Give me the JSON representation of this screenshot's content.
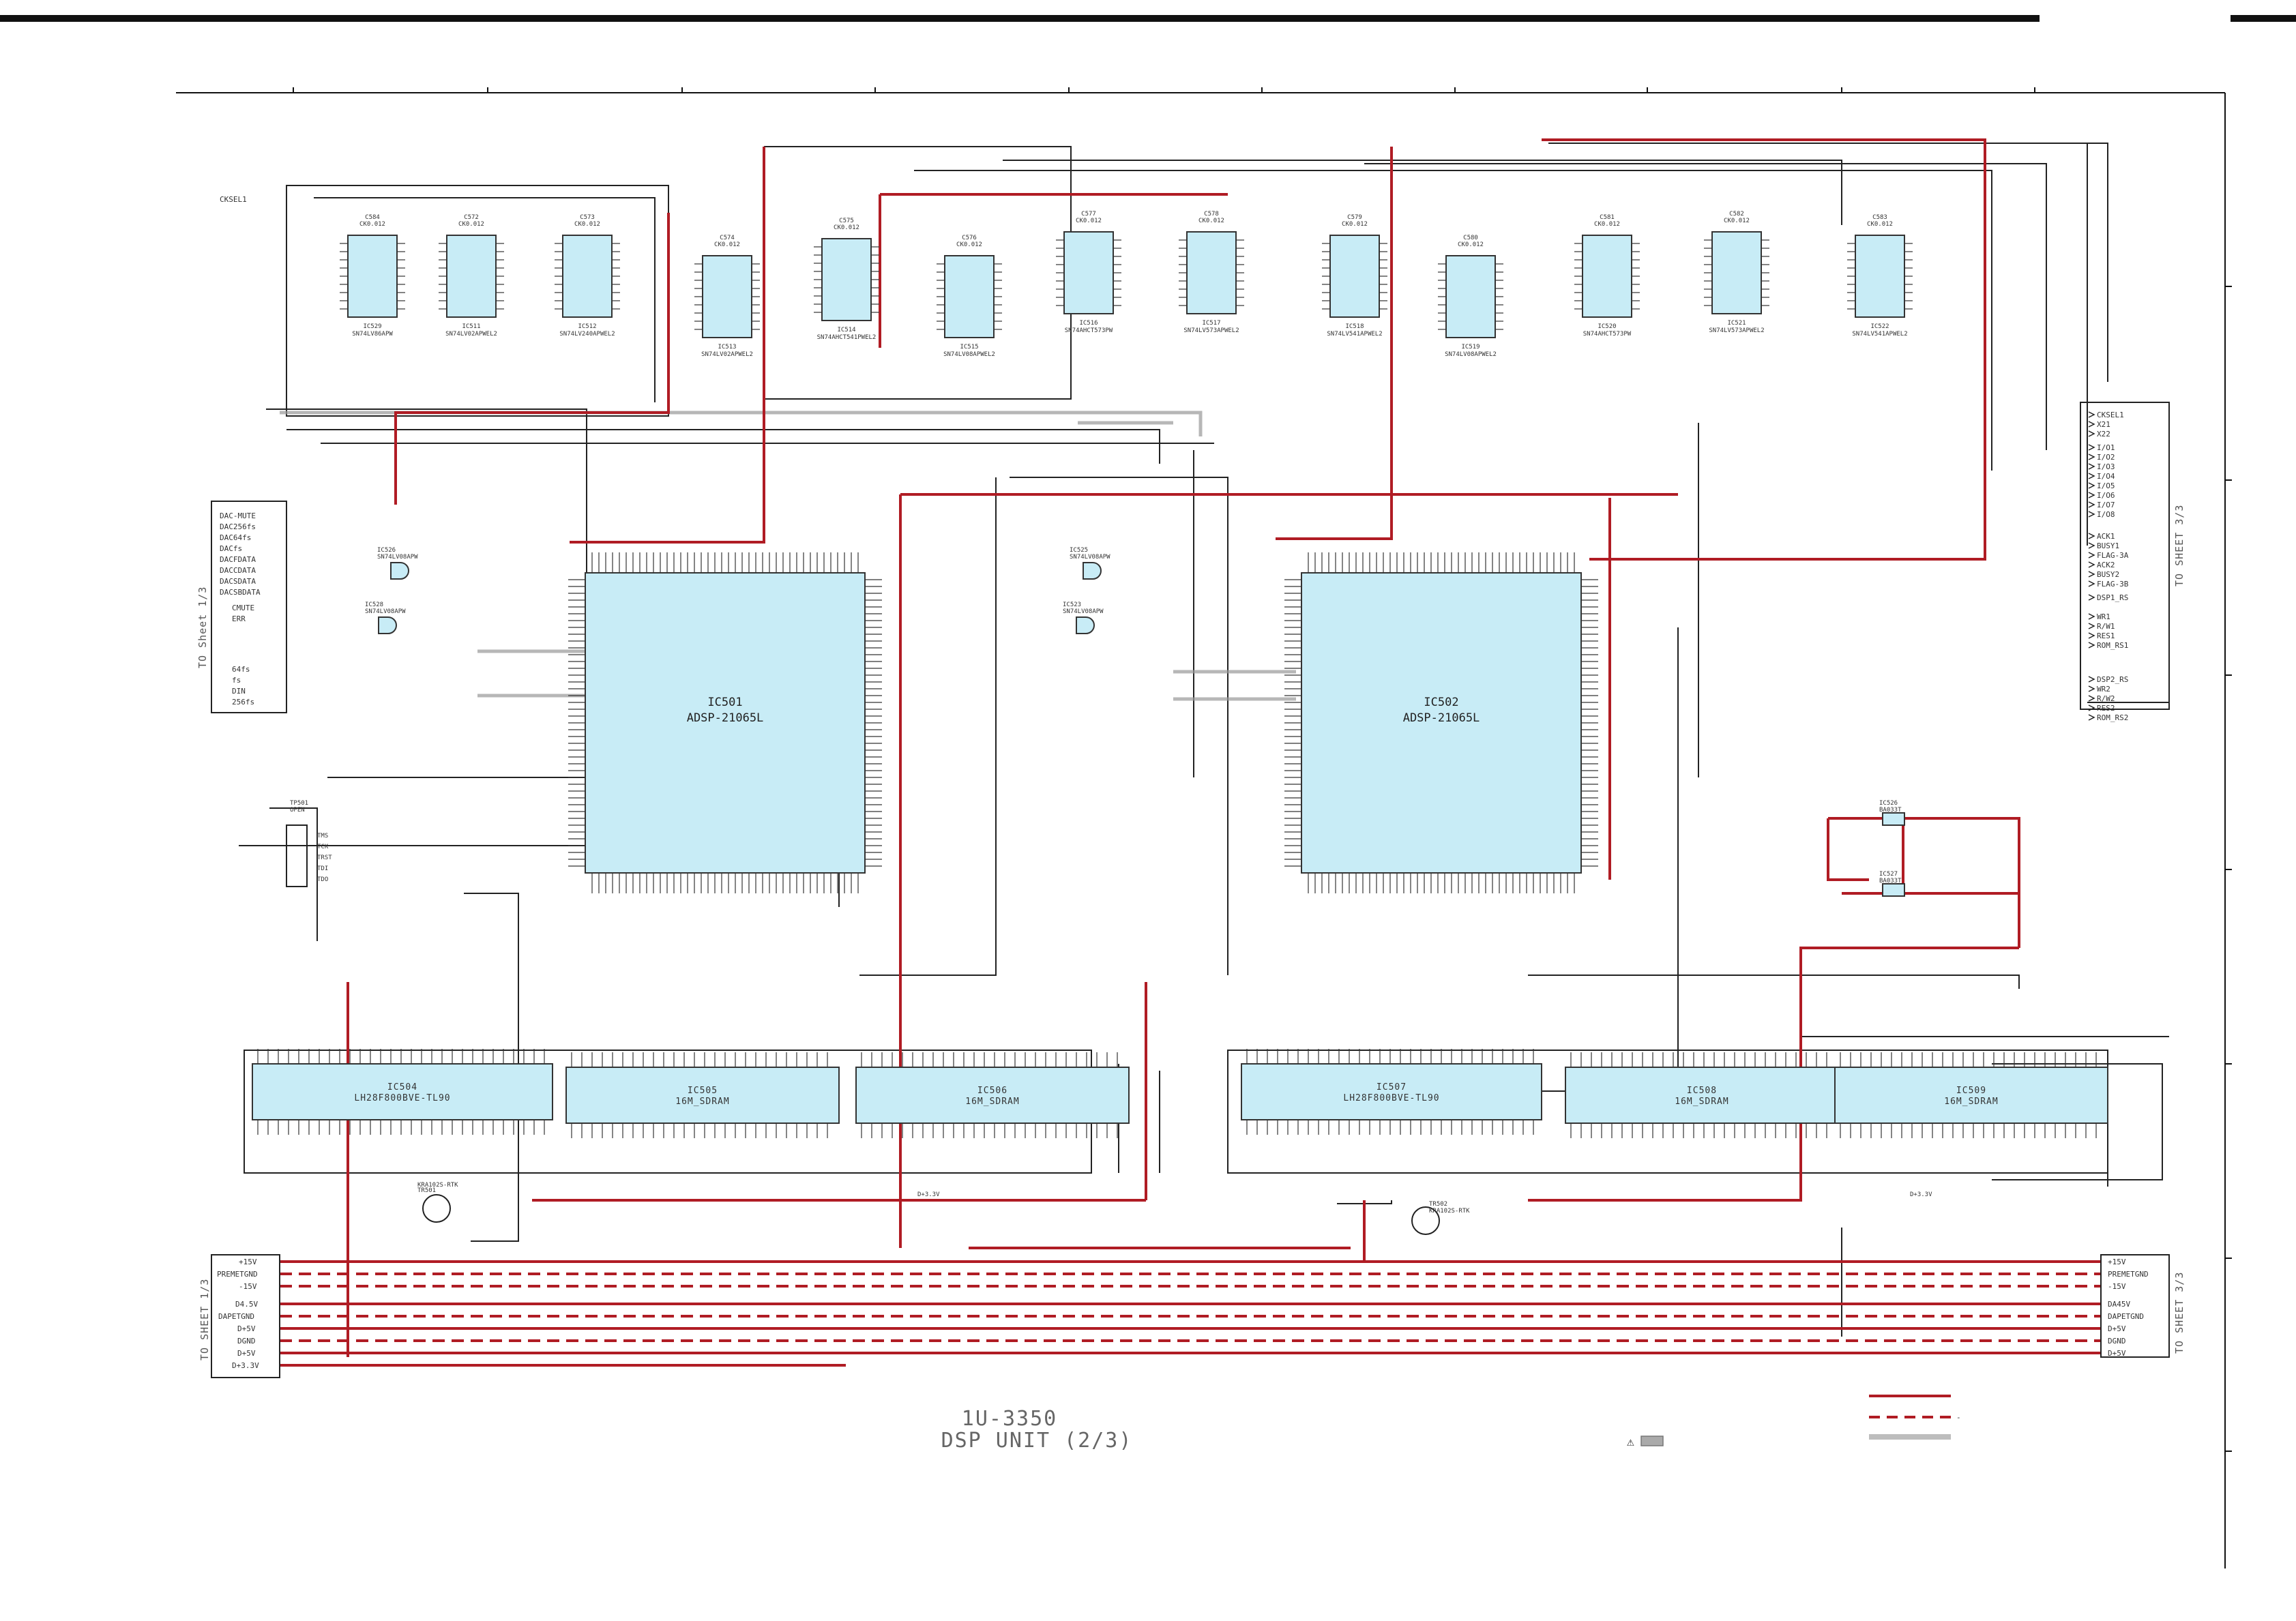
{
  "title": {
    "model": "1U-3350",
    "unit": "DSP UNIT (2/3)"
  },
  "side_labels": {
    "left_top": "TO Sheet 1/3",
    "left_bottom": "TO SHEET 1/3",
    "right_top": "TO SHEET 3/3",
    "right_bottom": "TO SHEET 3/3"
  },
  "top_inputs": [
    "CKSEL1"
  ],
  "left_ports": [
    "DAC-MUTE",
    "DAC256fs",
    "DAC64fs",
    "DACfs",
    "DACFDATA",
    "DACCDATA",
    "DACSDATA",
    "DACSBDATA",
    "CMUTE",
    "ERR",
    "64fs",
    "fs",
    "DIN",
    "256fs"
  ],
  "right_ports": [
    "CKSEL1",
    "X21",
    "X22",
    "I/O1",
    "I/O2",
    "I/O3",
    "I/O4",
    "I/O5",
    "I/O6",
    "I/O7",
    "I/O8",
    "ACK1",
    "BUSY1",
    "FLAG-3A",
    "ACK2",
    "BUSY2",
    "FLAG-3B",
    "DSP1_RS",
    "WR1",
    "R/W1",
    "RES1",
    "ROM_RS1",
    "DSP2_RS",
    "WR2",
    "R/W2",
    "RES2",
    "ROM_RS2"
  ],
  "dsp_chips": [
    {
      "ref": "IC501",
      "part": "ADSP-21065L"
    },
    {
      "ref": "IC502",
      "part": "ADSP-21065L"
    }
  ],
  "logic_chips": [
    {
      "ref": "IC529",
      "part": "SN74LV86APW",
      "cap": "C584",
      "cap_val": "CK0.012"
    },
    {
      "ref": "IC511",
      "part": "SN74LV02APWEL2",
      "cap": "C572",
      "cap_val": "CK0.012"
    },
    {
      "ref": "IC512",
      "part": "SN74LV240APWEL2",
      "cap": "C573",
      "cap_val": "CK0.012"
    },
    {
      "ref": "IC513",
      "part": "SN74LV02APWEL2",
      "cap": "C574",
      "cap_val": "CK0.012"
    },
    {
      "ref": "IC514",
      "part": "SN74AHCT541PWEL2",
      "cap": "C575",
      "cap_val": "CK0.012"
    },
    {
      "ref": "IC515",
      "part": "SN74LV08APWEL2",
      "cap": "C576",
      "cap_val": "CK0.012"
    },
    {
      "ref": "IC516",
      "part": "SN74AHCT573PW",
      "cap": "C577",
      "cap_val": "CK0.012"
    },
    {
      "ref": "IC517",
      "part": "SN74LV573APWEL2",
      "cap": "C578",
      "cap_val": "CK0.012"
    },
    {
      "ref": "IC518",
      "part": "SN74LV541APWEL2",
      "cap": "C579",
      "cap_val": "CK0.012"
    },
    {
      "ref": "IC519",
      "part": "SN74LV08APWEL2",
      "cap": "C580",
      "cap_val": "CK0.012"
    },
    {
      "ref": "IC520",
      "part": "SN74AHCT573PW",
      "cap": "C581",
      "cap_val": "CK0.012"
    },
    {
      "ref": "IC521",
      "part": "SN74LV573APWEL2",
      "cap": "C582",
      "cap_val": "CK0.012"
    },
    {
      "ref": "IC522",
      "part": "SN74LV541APWEL2",
      "cap": "C583",
      "cap_val": "CK0.012"
    }
  ],
  "gate_chips": [
    {
      "ref": "IC526",
      "part": "SN74LV08APW"
    },
    {
      "ref": "IC528",
      "part": "SN74LV08APW"
    },
    {
      "ref": "IC525",
      "part": "SN74LV08APW"
    },
    {
      "ref": "IC523",
      "part": "SN74LV08APW"
    }
  ],
  "memory_chips": [
    {
      "ref": "IC504",
      "part": "LH28F800BVE-TL90"
    },
    {
      "ref": "IC505",
      "part": "16M_SDRAM"
    },
    {
      "ref": "IC506",
      "part": "16M_SDRAM"
    },
    {
      "ref": "IC507",
      "part": "LH28F800BVE-TL90"
    },
    {
      "ref": "IC508",
      "part": "16M_SDRAM"
    },
    {
      "ref": "IC509",
      "part": "16M_SDRAM"
    }
  ],
  "regulators": [
    {
      "ref": "IC526",
      "part": "BA033T"
    },
    {
      "ref": "IC527",
      "part": "BA033T"
    }
  ],
  "transistors": [
    {
      "ref": "TR501",
      "part": "KRA102S-RTK"
    },
    {
      "ref": "TR502",
      "part": "KRA102S-RTK"
    }
  ],
  "jtag": {
    "ref": "TP501",
    "note": "OPEN",
    "pins": [
      "TMS",
      "TCK",
      "TRST",
      "TDI",
      "TDO"
    ]
  },
  "power_left": [
    "+15V",
    "PREMETGND",
    "-15V",
    "D4.5V",
    "DAPETGND",
    "D+5V",
    "DGND",
    "D+5V",
    "D+3.3V"
  ],
  "power_right": [
    "+15V",
    "PREMETGND",
    "-15V",
    "DA45V",
    "DAPETGND",
    "D+5V",
    "DGND",
    "D+5V"
  ],
  "rail_labels": [
    "D+3.3V",
    "D+3.3V"
  ],
  "legend": [
    "",
    "-",
    ""
  ],
  "warning_glyph": "⚠",
  "colors": {
    "wire": "#222222",
    "power": "#b01c24",
    "chip_fill": "#c8ecf6",
    "shade": "#bdbdbd"
  }
}
